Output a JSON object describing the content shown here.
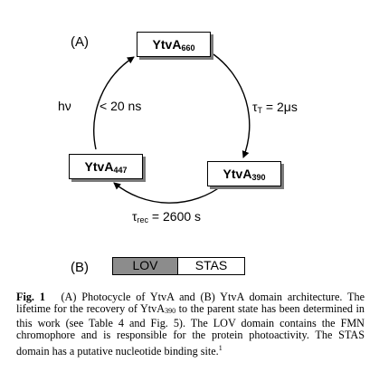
{
  "panel_a_label": "(A)",
  "panel_b_label": "(B)",
  "states": {
    "top": {
      "name": "YtvA",
      "sub": "660"
    },
    "right": {
      "name": "YtvA",
      "sub": "390"
    },
    "left": {
      "name": "YtvA",
      "sub": "447"
    }
  },
  "transitions": {
    "tau_t": {
      "symbol": "τ",
      "sub": "T",
      "value": " = 2μs"
    },
    "tau_rec": {
      "symbol": "τ",
      "sub": "rec",
      "value": " = 2600 s"
    },
    "hv": "hν",
    "excitation": "< 20 ns"
  },
  "domains": {
    "lov": {
      "label": "LOV",
      "color": "#8c8c8c"
    },
    "stas": {
      "label": "STAS",
      "color": "#ffffff"
    }
  },
  "caption": {
    "fig": "Fig. 1",
    "t1": "(A) Photocycle of YtvA and (B) YtvA domain architecture. The lifetime for the recovery of YtvA",
    "sub": "390",
    "t2": " to the parent state has been determined in this work (see Table 4 and Fig. 5). The LOV domain contains the FMN chromophore and is responsible for the protein photoactivity. The STAS domain has a putative nucleotide binding site.",
    "ref": "1"
  }
}
